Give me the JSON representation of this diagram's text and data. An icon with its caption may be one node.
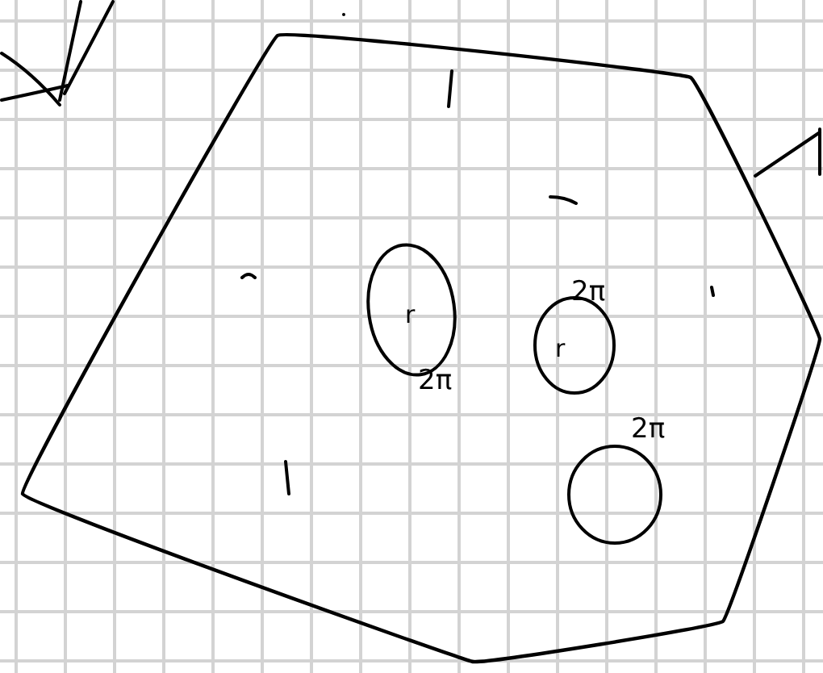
{
  "diagram": {
    "nodes": [
      {
        "text": [],
        "shape": "polygon"
      },
      {
        "text": [
          "r"
        ],
        "in": 0,
        "beside": [
          "2π"
        ]
      },
      {
        "text": [
          "r"
        ],
        "in": 0,
        "beside": [
          "2π"
        ]
      },
      {
        "text": [],
        "shape": "circle",
        "in": 0,
        "beside": [
          "2π"
        ]
      }
    ]
  }
}
